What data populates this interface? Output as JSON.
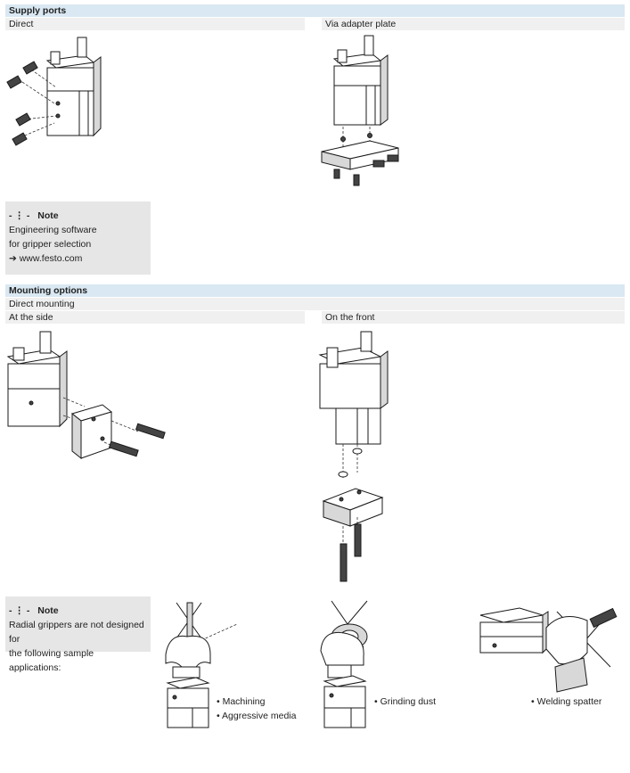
{
  "supply": {
    "title": "Supply ports",
    "direct": "Direct",
    "adapter": "Via adapter plate"
  },
  "note1": {
    "title": "Note",
    "lines": [
      "Engineering software",
      "for gripper selection",
      "➔  www.festo.com"
    ]
  },
  "mounting": {
    "title": "Mounting options",
    "direct_mounting": "Direct mounting",
    "side": "At the side",
    "front": "On the front"
  },
  "note2": {
    "title": "Note",
    "lines": [
      "Radial grippers are not designed for",
      "the following sample applications:"
    ]
  },
  "applications": {
    "machining": "Machining",
    "aggressive": "Aggressive media",
    "grinding": "Grinding dust",
    "welding": "Welding spatter"
  }
}
